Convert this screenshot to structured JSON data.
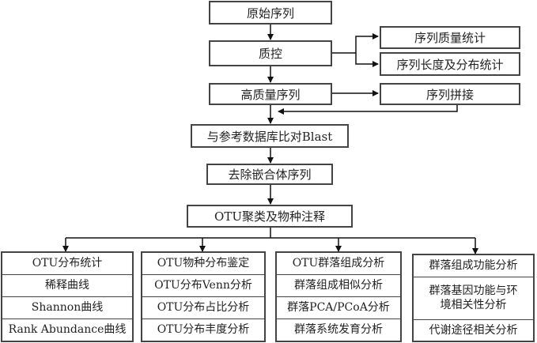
{
  "main_flow": [
    "原始序列",
    "质控",
    "高质量序列",
    "与参考数据库比对Blast",
    "去除嵌合体序列",
    "OTU聚类及物种注释"
  ],
  "side_boxes": {
    "quality_stats": "序列质量统计",
    "length_stats": "序列长度及分布统计",
    "merge": "序列拼接"
  },
  "analysis_columns": [
    {
      "items": [
        "OTU分布统计",
        "稀释曲线",
        "Shannon曲线",
        "Rank Abundance曲线"
      ]
    },
    {
      "items": [
        "OTU物种分布鉴定",
        "OTU分布Venn分析",
        "OTU分布占比分析",
        "OTU分布丰度分析"
      ]
    },
    {
      "items": [
        "OTU群落组成分析",
        "群落组成相似分析",
        "群落PCA/PCoA分析",
        "群落系统发育分析"
      ]
    },
    {
      "items": [
        "群落组成功能分析",
        "群落基因功能与环境相关性分析",
        "代谢途径相关分析"
      ]
    }
  ]
}
